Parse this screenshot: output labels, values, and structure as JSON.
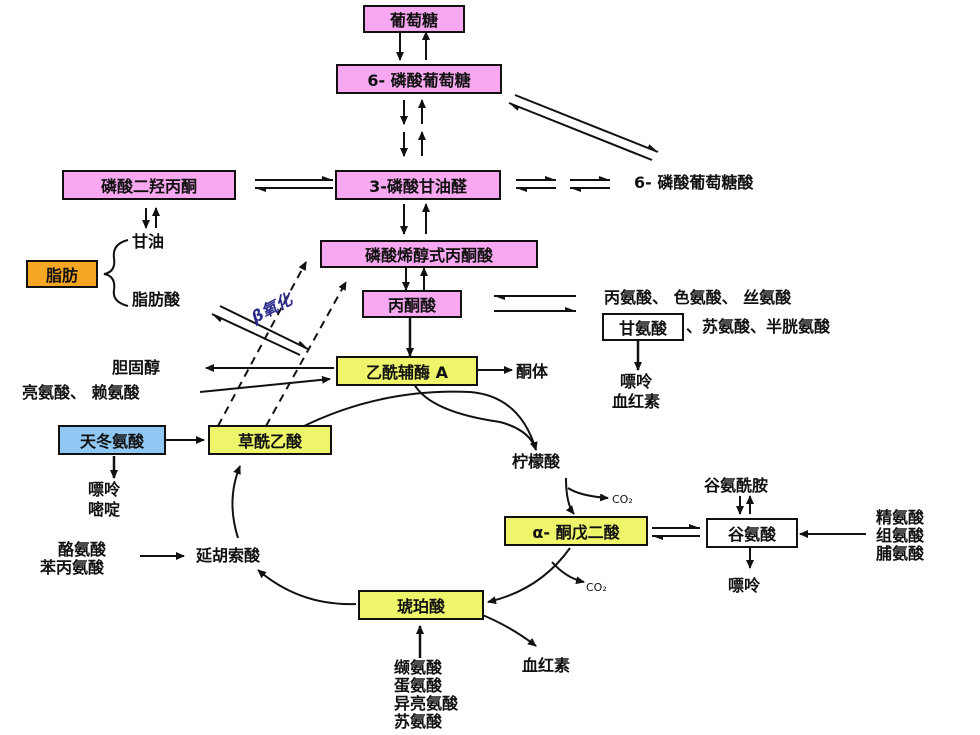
{
  "nodes": {
    "glucose": "葡萄糖",
    "g6p": "6- 磷酸葡萄糖",
    "dhap": "磷酸二羟丙酮",
    "g3p": "3-磷酸甘油醛",
    "pg6": "6- 磷酸葡萄糖酸",
    "glycerol": "甘油",
    "fat": "脂肪",
    "fatty_acid": "脂肪酸",
    "beta_ox": "β氧化",
    "pep": "磷酸烯醇式丙酮酸",
    "pyruvate": "丙酮酸",
    "aa_group1": "丙氨酸、 色氨酸、 丝氨酸",
    "glycine": "甘氨酸",
    "aa_group2": "、苏氨酸、半胱氨酸",
    "purine1": "嘌呤",
    "heme1": "血红素",
    "cholesterol": "胆固醇",
    "acetyl_coa": "乙酰辅酶 A",
    "ketone": "酮体",
    "leu_lys": "亮氨酸、 赖氨酸",
    "asp": "天冬氨酸",
    "oaa": "草酰乙酸",
    "purine2": "嘌呤",
    "pyrimidine": "嘧啶",
    "citrate": "柠檬酸",
    "co2_1": "CO₂",
    "glutamine": "谷氨酰胺",
    "akg": "α- 酮戊二酸",
    "glutamate": "谷氨酸",
    "arg": "精氨酸",
    "his": "组氨酸",
    "pro": "脯氨酸",
    "purine3": "嘌呤",
    "co2_2": "CO₂",
    "tyr": "酪氨酸",
    "phe": "苯丙氨酸",
    "fumarate": "延胡索酸",
    "succinate": "琥珀酸",
    "heme2": "血红素",
    "val": "缬氨酸",
    "met": "蛋氨酸",
    "ile": "异亮氨酸",
    "thr": "苏氨酸"
  },
  "colors": {
    "pink": "#f7a8f0",
    "yellow": "#eef56a",
    "orange": "#f5a623",
    "blue": "#8fc8f5"
  }
}
